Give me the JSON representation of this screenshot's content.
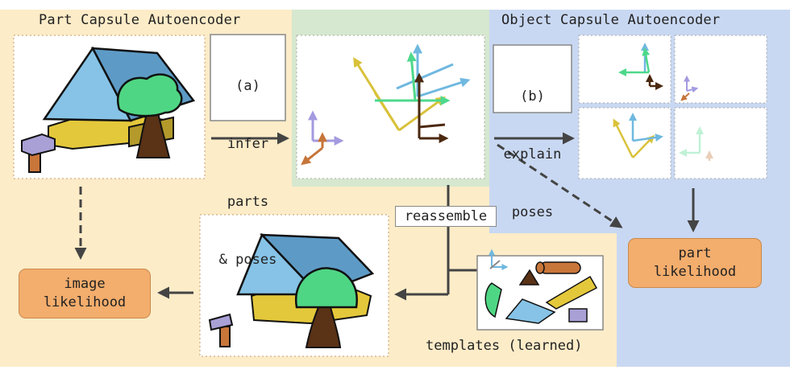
{
  "titles": {
    "part": "Part Capsule Autoencoder",
    "object": "Object Capsule Autoencoder"
  },
  "steps": {
    "a": [
      "(a)",
      "infer",
      "parts",
      "& poses"
    ],
    "b": [
      "(b)",
      "explain",
      "poses"
    ]
  },
  "reassemble": "reassemble",
  "templates": "templates (learned)",
  "image_likelihood": [
    "image",
    "likelihood"
  ],
  "part_likelihood": [
    "part",
    "likelihood"
  ],
  "colors": {
    "part_bg": "#fdecc8",
    "object_bg": "#c9d8f2",
    "mid_bg": "#d6e8cf",
    "likelihood": "#f3ad6c",
    "roof": "#5d9bc6",
    "roof_light": "#86c3e6",
    "wall": "#e4c83b",
    "tree": "#4fd684",
    "trunk": "#5a3216",
    "hammer_head": "#a9a0d6",
    "hammer_handle": "#c9763a"
  },
  "icons": [
    "house-icon",
    "tree-icon",
    "hammer-icon",
    "pose-arrows-icon",
    "template-shapes-icon"
  ]
}
